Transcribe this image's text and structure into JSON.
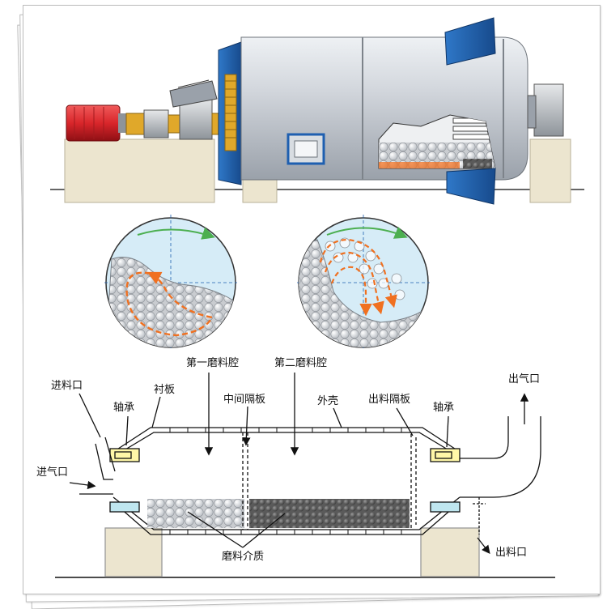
{
  "labels": {
    "first_chamber": "第一磨料腔",
    "second_chamber": "第二磨料腔",
    "feed_inlet": "进料口",
    "bearing_left": "轴承",
    "liner": "衬板",
    "middle_partition": "中间隔板",
    "shell": "外壳",
    "discharge_partition": "出料隔板",
    "bearing_right": "轴承",
    "air_outlet": "出气口",
    "air_inlet": "进气口",
    "grinding_media": "磨料介质",
    "discharge_outlet": "出料口"
  },
  "colors": {
    "motor_red": "#d9262b",
    "drum_gray": "#d4d8de",
    "flange_blue": "#1e5fb0",
    "gear_gold": "#e0a82a",
    "base_beige": "#ece5cf",
    "ball_white": "#f4f4f4",
    "arrow_orange": "#f07020",
    "rotation_green": "#4caf50",
    "mill_fill_blue": "#d6ecf7",
    "bearing_yellow": "#fff7a8",
    "bearing_cyan": "#bfe6ef"
  }
}
